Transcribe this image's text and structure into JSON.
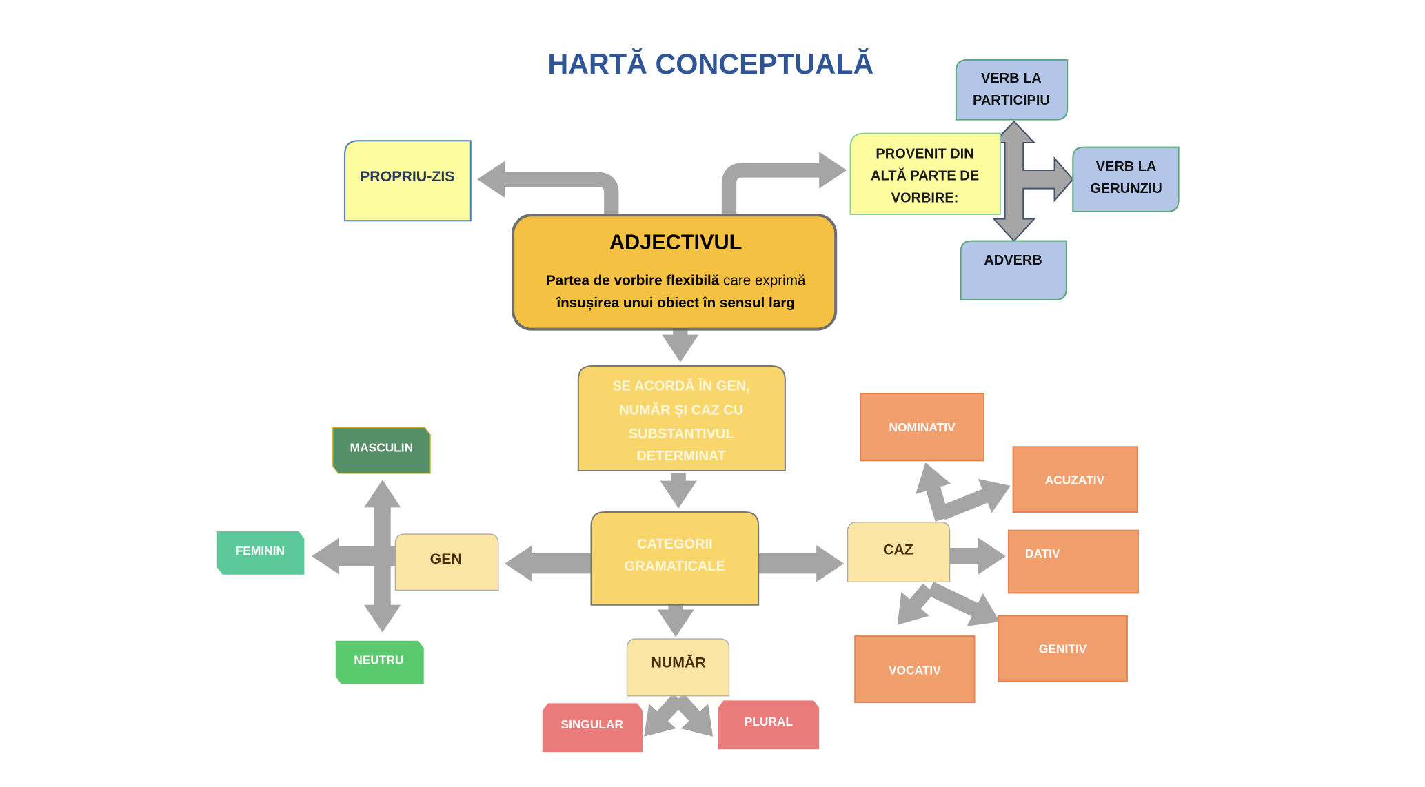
{
  "title": "HARTĂ CONCEPTUALĂ",
  "colors": {
    "title": "#2F5597",
    "arrow": "#A5A5A5",
    "main": "#F4C142",
    "yellow": "#FFFF99",
    "blue": "#B4C6E7",
    "gold": "#F8D66B",
    "light": "#FAE5A5",
    "case": "#F29F6E",
    "red": "#E97C7A"
  },
  "main": {
    "title": "ADJECTIVUL",
    "line1_bold": "Partea de vorbire flexibilă",
    "line1_normal": " care exprimă",
    "line2": "însușirea unui obiect în sensul larg"
  },
  "origin": {
    "propriu": "PROPRIU-ZIS",
    "provenit": [
      "PROVENIT DIN",
      "ALTĂ PARTE DE",
      "VORBIRE:"
    ],
    "participiu": [
      "VERB LA",
      "PARTICIPIU"
    ],
    "gerunziu": [
      "VERB LA",
      "GERUNZIU"
    ],
    "adverb": "ADVERB"
  },
  "acord": [
    "SE ACORDĂ ÎN GEN,",
    "NUMĂR ȘI CAZ CU",
    "SUBSTANTIVUL",
    "DETERMINAT"
  ],
  "categorii": [
    "CATEGORII",
    "GRAMATICALE"
  ],
  "gen": {
    "label": "GEN",
    "items": [
      "MASCULIN",
      "FEMININ",
      "NEUTRU"
    ]
  },
  "numar": {
    "label": "NUMĂR",
    "items": [
      "SINGULAR",
      "PLURAL"
    ]
  },
  "caz": {
    "label": "CAZ",
    "items": [
      "NOMINATIV",
      "ACUZATIV",
      "DATIV",
      "GENITIV",
      "VOCATIV"
    ]
  }
}
